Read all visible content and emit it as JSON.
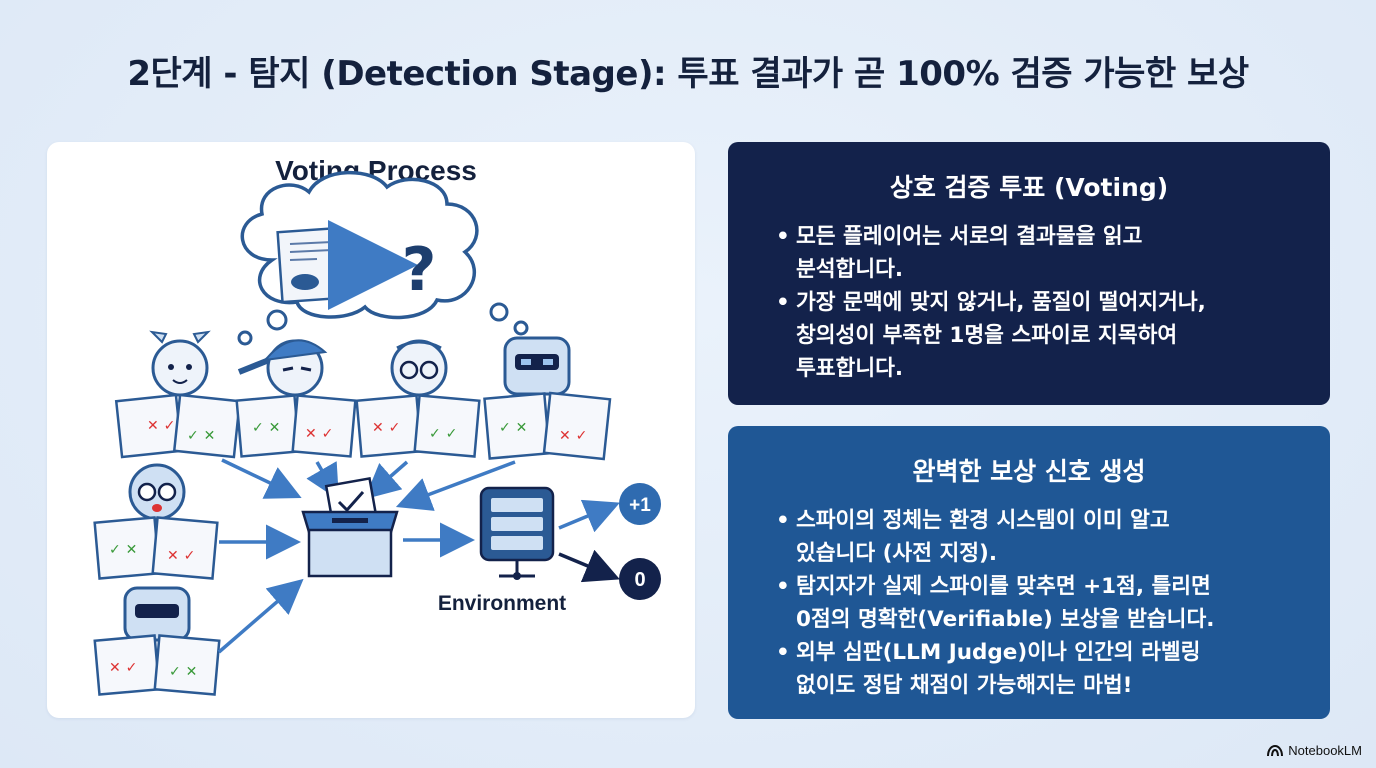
{
  "title": "2단계 - 탐지 (Detection Stage): 투표 결과가 곧 100% 검증 가능한 보상",
  "illustration": {
    "heading": "Voting Process",
    "environment_label": "Environment",
    "plus_label": "+1",
    "zero_label": "0"
  },
  "voting_panel": {
    "title": "상호 검증 투표 (Voting)",
    "bullets": [
      "모든 플레이어는 서로의 결과물을 읽고\n분석합니다.",
      "가장 문맥에 맞지 않거나, 품질이 떨어지거나,\n창의성이 부족한 1명을 스파이로 지목하여\n투표합니다."
    ]
  },
  "reward_panel": {
    "title": "완벽한 보상 신호 생성",
    "bullets": [
      "스파이의 정체는 환경 시스템이 이미 알고\n있습니다 (사전 지정).",
      "탐지자가 실제 스파이를 맞추면 +1점, 틀리면\n0점의 명확한(Verifiable) 보상을 받습니다.",
      "외부 심판(LLM Judge)이나 인간의 라벨링\n없이도 정답 채점이 가능해지는 마법!"
    ]
  },
  "watermark": "NotebookLM",
  "colors": {
    "voting_panel_bg": "#13224b",
    "reward_panel_bg": "#1f5795",
    "accent_blue": "#3f7bc4",
    "title_text": "#14213d"
  }
}
